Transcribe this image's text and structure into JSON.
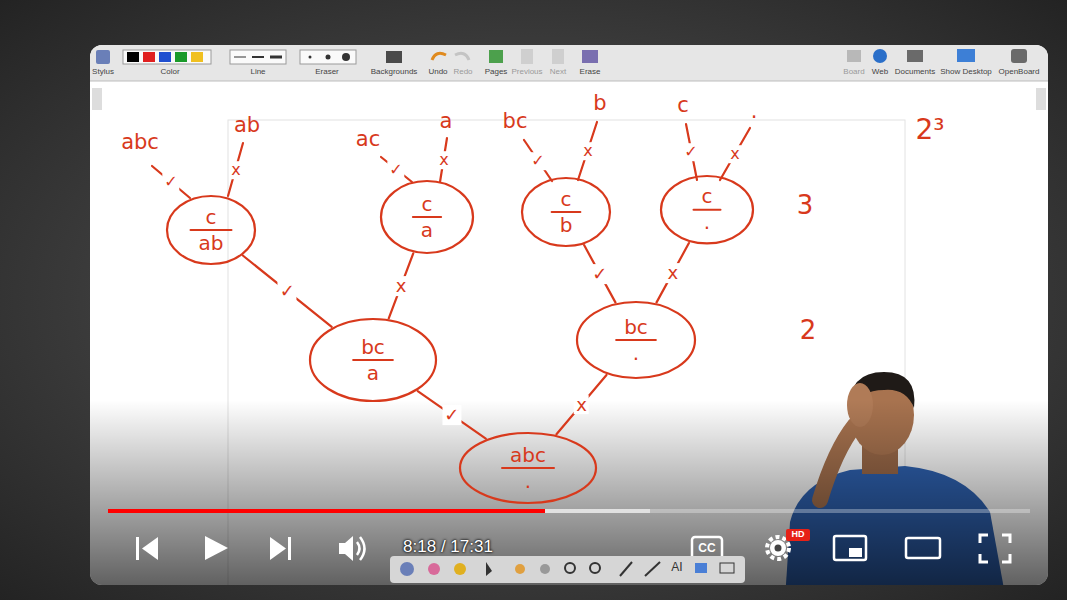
{
  "diagram": {
    "nodes": [
      {
        "text": [
          "abc",
          "."
        ]
      },
      {
        "text": [
          "bc",
          "a"
        ]
      },
      {
        "text": [
          "bc",
          "."
        ]
      },
      {
        "text": [
          "c",
          "ab"
        ]
      },
      {
        "text": [
          "c",
          "a"
        ]
      },
      {
        "text": [
          "c",
          "b"
        ]
      },
      {
        "text": [
          "c",
          "."
        ]
      }
    ],
    "edges": [
      {
        "from": 0,
        "to": 1,
        "arrow": "none",
        "label": "✓"
      },
      {
        "from": 0,
        "to": 2,
        "arrow": "none",
        "label": "x"
      },
      {
        "from": 1,
        "to": 3,
        "arrow": "none",
        "label": "✓"
      },
      {
        "from": 1,
        "to": 4,
        "arrow": "none",
        "label": "x"
      },
      {
        "from": 2,
        "to": 5,
        "arrow": "none",
        "label": "✓"
      },
      {
        "from": 2,
        "to": 6,
        "arrow": "none",
        "label": "x"
      }
    ],
    "labels": [
      "Stylus",
      "Color",
      "Line",
      "Eraser",
      "Backgrounds",
      "Undo",
      "Redo",
      "Pages",
      "Previous",
      "Next",
      "Erase",
      "Board",
      "Web",
      "Documents",
      "Show Desktop",
      "OpenBoard",
      "abc",
      "ab",
      "ac",
      "a",
      "bc",
      "b",
      "c",
      ".",
      "✓",
      "x",
      "✓",
      "x",
      "✓",
      "x",
      "✓",
      "x",
      "2³",
      "3",
      "2",
      "8:18 / 17:31",
      "CC",
      "HD",
      "AI"
    ]
  }
}
